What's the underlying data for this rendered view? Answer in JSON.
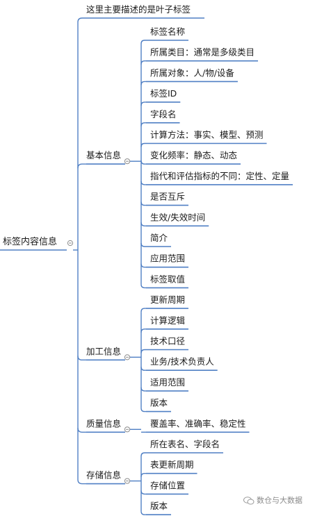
{
  "root": {
    "label": "标签内容信息",
    "children": [
      {
        "label": "这里主要描述的是叶子标签",
        "children": []
      },
      {
        "label": "基本信息",
        "children": [
          "标签名称",
          "所属类目：通常是多级类目",
          "所属对象：人/物/设备",
          "标签ID",
          "字段名",
          "计算方法：事实、模型、预测",
          "变化频率：静态、动态",
          "指代和评估指标的不同：定性、定量",
          "是否互斥",
          "生效/失效时间",
          "简介",
          "应用范围",
          "标签取值"
        ]
      },
      {
        "label": "加工信息",
        "children": [
          "更新周期",
          "计算逻辑",
          "技术口径",
          "业务/技术负责人",
          "适用范围",
          "版本"
        ]
      },
      {
        "label": "质量信息",
        "children": [
          "覆盖率、准确率、稳定性"
        ]
      },
      {
        "label": "存储信息",
        "children": [
          "所在表名、字段名",
          "表更新周期",
          "存储位置",
          "版本"
        ]
      }
    ]
  },
  "watermark": {
    "text": "数仓与大数据",
    "icon": "wechat-icon"
  },
  "colors": {
    "line": "#4f7fc4",
    "text": "#1a1a1a",
    "toggle": "#8c8c8c"
  }
}
